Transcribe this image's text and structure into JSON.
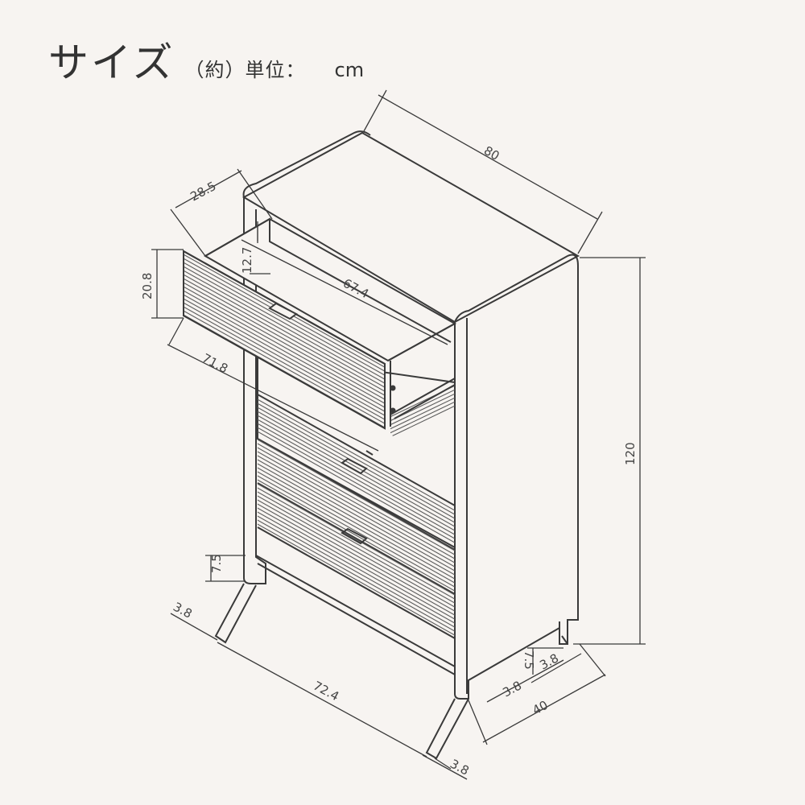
{
  "header": {
    "title": "サイズ",
    "subtitle": "（約）単位：",
    "unit": "cm"
  },
  "dimensions": {
    "top_width": "80",
    "drawer_depth": "28.5",
    "drawer_front_height": "20.8",
    "drawer_inner_height": "12.7",
    "drawer_inner_width": "67.4",
    "drawer_front_width": "71.8",
    "total_height": "120",
    "leg_height_left": "7.5",
    "leg_height_right": "7.5",
    "leg_width_left": "3.8",
    "leg_width_bottom": "3.8",
    "leg_width_right_a": "3.8",
    "leg_width_right_b": "3.8",
    "inner_width_bottom": "72.4",
    "depth": "40"
  }
}
